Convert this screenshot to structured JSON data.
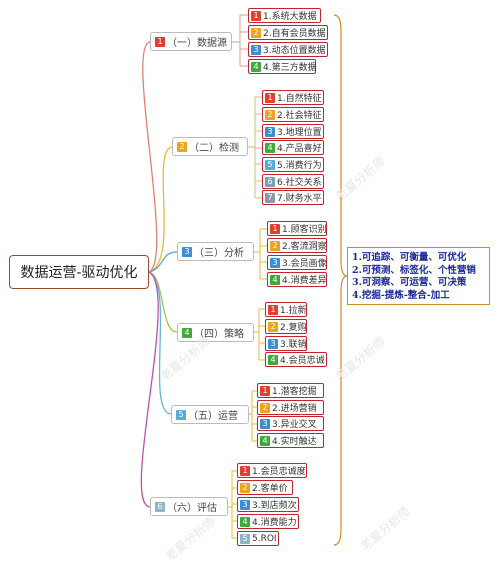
{
  "central": {
    "label": "数据运营-驱动优化"
  },
  "branches": [
    {
      "num": "1",
      "label": "（一）数据源",
      "color": "#e2402f",
      "items": [
        {
          "num": "1",
          "label": "1.系统大数据",
          "badge_color": "#e2402f"
        },
        {
          "num": "2",
          "label": "2.自有会员数据",
          "badge_color": "#f0a21a"
        },
        {
          "num": "3",
          "label": "3.动态位置数据",
          "badge_color": "#3c8fd6"
        },
        {
          "num": "4",
          "label": "4.第三方数据",
          "badge_color": "#3cab3c"
        }
      ]
    },
    {
      "num": "2",
      "label": "（二）检测",
      "color": "#f0a21a",
      "items": [
        {
          "num": "1",
          "label": "1.自然特征",
          "badge_color": "#e2402f"
        },
        {
          "num": "2",
          "label": "2.社会特征",
          "badge_color": "#f0a21a"
        },
        {
          "num": "3",
          "label": "3.地理位置",
          "badge_color": "#3c8fd6"
        },
        {
          "num": "4",
          "label": "4.产品喜好",
          "badge_color": "#3cab3c"
        },
        {
          "num": "5",
          "label": "5.消费行为",
          "badge_color": "#5aaad6"
        },
        {
          "num": "6",
          "label": "6.社交关系",
          "badge_color": "#7aa0b8"
        },
        {
          "num": "7",
          "label": "7.财务水平",
          "badge_color": "#8a9aa8"
        }
      ]
    },
    {
      "num": "3",
      "label": "（三）分析",
      "color": "#3c8fd6",
      "items": [
        {
          "num": "1",
          "label": "1.顾客识别",
          "badge_color": "#e2402f"
        },
        {
          "num": "2",
          "label": "2.客流洞察",
          "badge_color": "#f0a21a"
        },
        {
          "num": "3",
          "label": "3.会员画像",
          "badge_color": "#3c8fd6"
        },
        {
          "num": "4",
          "label": "4.消费差异",
          "badge_color": "#3cab3c"
        }
      ]
    },
    {
      "num": "4",
      "label": "（四）策略",
      "color": "#3cab3c",
      "items": [
        {
          "num": "1",
          "label": "1.拉新",
          "badge_color": "#e2402f"
        },
        {
          "num": "2",
          "label": "2.复购",
          "badge_color": "#f0a21a"
        },
        {
          "num": "3",
          "label": "3.联销",
          "badge_color": "#3c8fd6"
        },
        {
          "num": "4",
          "label": "4.会员忠诚",
          "badge_color": "#3cab3c"
        }
      ]
    },
    {
      "num": "5",
      "label": "（五）运营",
      "color": "#5aaad6",
      "items": [
        {
          "num": "1",
          "label": "1.潜客挖掘",
          "badge_color": "#e2402f"
        },
        {
          "num": "2",
          "label": "2.进场营销",
          "badge_color": "#f0a21a"
        },
        {
          "num": "3",
          "label": "3.异业交叉",
          "badge_color": "#3c8fd6"
        },
        {
          "num": "4",
          "label": "4.实时触达",
          "badge_color": "#3cab3c"
        }
      ]
    },
    {
      "num": "6",
      "label": "（六）评估",
      "color": "#8fb5c8",
      "items": [
        {
          "num": "1",
          "label": "1.会员忠诚度",
          "badge_color": "#e2402f"
        },
        {
          "num": "2",
          "label": "2.客单价",
          "badge_color": "#f0a21a"
        },
        {
          "num": "3",
          "label": "3.到店频次",
          "badge_color": "#3c8fd6"
        },
        {
          "num": "4",
          "label": "4.消费能力",
          "badge_color": "#3cab3c"
        },
        {
          "num": "5",
          "label": "5.ROI",
          "badge_color": "#8fb5c8"
        }
      ]
    }
  ],
  "summary": [
    "1.可追踪、可衡量、可优化",
    "2.可预测、标签化、个性营销",
    "3.可洞察、可运营、可决策",
    "4.挖掘-提炼-整合-加工"
  ],
  "watermark": "老夏分析师",
  "colors": {
    "curve1": "#e08070",
    "curve2": "#e8b838",
    "curve3": "#58a0d8",
    "curve4": "#9fc84a",
    "curve5": "#6ab0e0",
    "curve6": "#c050b0",
    "brace": "#d08a2a"
  }
}
